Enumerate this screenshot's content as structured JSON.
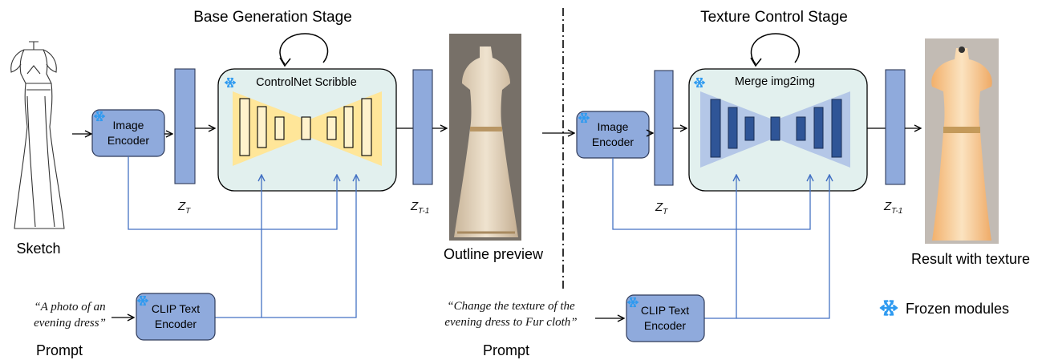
{
  "stages": {
    "base": "Base Generation Stage",
    "texture": "Texture Control Stage"
  },
  "left": {
    "sketch_label": "Sketch",
    "image_encoder": [
      "Image",
      "Encoder"
    ],
    "z_main": "Z",
    "z_sub": "T",
    "controlnet_title": "ControlNet Scribble",
    "z2_main": "Z",
    "z2_sub": "T-1",
    "preview_label": "Outline preview",
    "prompt_text": [
      "“A photo of an",
      "evening dress”"
    ],
    "prompt_label": "Prompt",
    "clip_encoder": [
      "CLIP Text",
      "Encoder"
    ]
  },
  "right": {
    "image_encoder": [
      "Image",
      "Encoder"
    ],
    "z_main": "Z",
    "z_sub": "T",
    "merge_title": "Merge img2img",
    "z2_main": "Z",
    "z2_sub": "T-1",
    "result_label": "Result with texture",
    "prompt_text": [
      "“Change the texture of the",
      "evening dress to Fur cloth”"
    ],
    "prompt_label": "Prompt",
    "clip_encoder": [
      "CLIP Text",
      "Encoder"
    ]
  },
  "legend": {
    "frozen_label": "Frozen modules",
    "icon": "snowflake-icon"
  },
  "colors": {
    "encoder_fill": "#8faadc",
    "latent_fill": "#8faadc",
    "unet_panel": "#e2f0ee",
    "controlnet_wedge": "#ffe699",
    "merge_wedge": "#b4c7e7",
    "merge_block": "#2f5597",
    "arrow_blue": "#4472c4",
    "snowflake": "#2e9af0"
  }
}
